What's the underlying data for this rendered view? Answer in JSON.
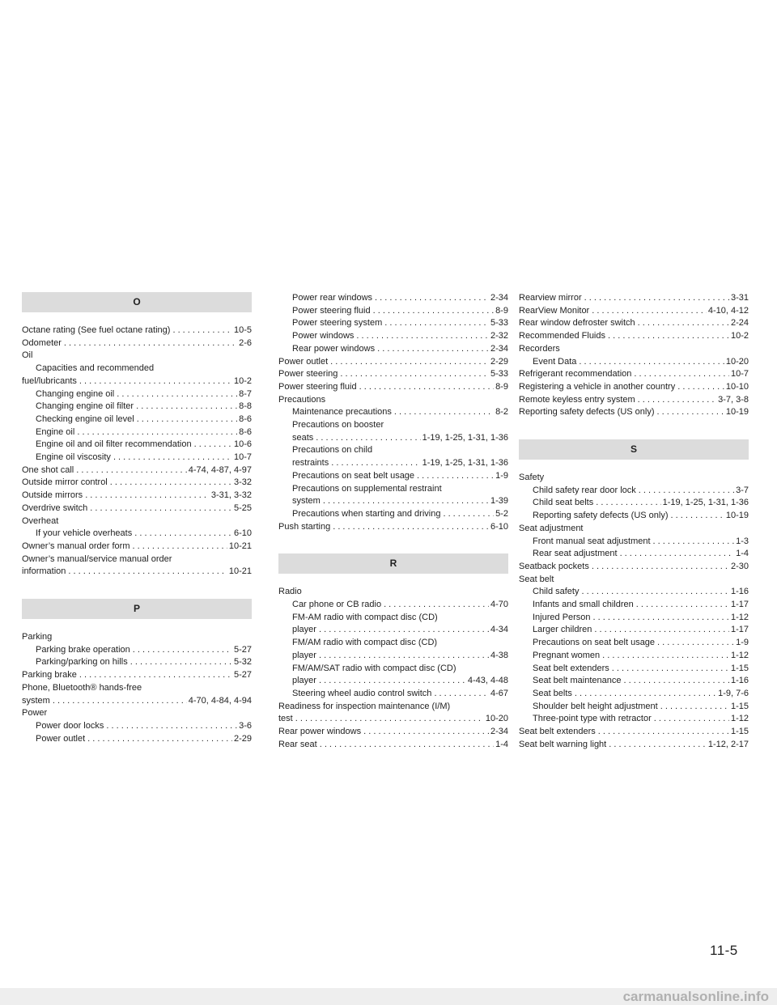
{
  "sections": {
    "O": "O",
    "P": "P",
    "R": "R",
    "S": "S"
  },
  "entries": {
    "octane": {
      "text": "Octane rating (See fuel octane rating)",
      "page": "10-5"
    },
    "odometer": {
      "text": "Odometer",
      "page": "2-6"
    },
    "oil": {
      "text": "Oil"
    },
    "oil_capacities_1": {
      "text": "Capacities and recommended"
    },
    "oil_capacities_2": {
      "text": "fuel/lubricants",
      "page": "10-2"
    },
    "changing_oil": {
      "text": "Changing engine oil",
      "page": "8-7"
    },
    "changing_filter": {
      "text": "Changing engine oil filter",
      "page": "8-8"
    },
    "checking_oil": {
      "text": "Checking engine oil level",
      "page": "8-6"
    },
    "engine_oil": {
      "text": "Engine oil",
      "page": "8-6"
    },
    "oil_filter_rec": {
      "text": "Engine oil and oil filter recommendation",
      "page": "10-6"
    },
    "oil_viscosity": {
      "text": "Engine oil viscosity",
      "page": "10-7"
    },
    "one_shot": {
      "text": "One shot call",
      "page": "4-74, 4-87, 4-97"
    },
    "outside_mirror_control": {
      "text": "Outside mirror control",
      "page": "3-32"
    },
    "outside_mirrors": {
      "text": "Outside mirrors",
      "page": "3-31, 3-32"
    },
    "overdrive": {
      "text": "Overdrive switch",
      "page": "5-25"
    },
    "overheat": {
      "text": "Overheat"
    },
    "overheats": {
      "text": "If your vehicle overheats",
      "page": "6-10"
    },
    "owners_order": {
      "text": "Owner’s manual order form",
      "page": "10-21"
    },
    "owners_service_1": {
      "text": "Owner’s manual/service manual order"
    },
    "owners_service_2": {
      "text": "information",
      "page": "10-21"
    },
    "parking": {
      "text": "Parking"
    },
    "parking_brake_op": {
      "text": "Parking brake operation",
      "page": "5-27"
    },
    "parking_hills": {
      "text": "Parking/parking on hills",
      "page": "5-32"
    },
    "parking_brake": {
      "text": "Parking brake",
      "page": "5-27"
    },
    "phone_1": {
      "text": "Phone, Bluetooth® hands-free"
    },
    "phone_2": {
      "text": "system",
      "page": "4-70, 4-84, 4-94"
    },
    "power": {
      "text": "Power"
    },
    "power_door_locks": {
      "text": "Power door locks",
      "page": "3-6"
    },
    "power_outlet_sub": {
      "text": "Power outlet",
      "page": "2-29"
    },
    "power_rear_windows": {
      "text": "Power rear windows",
      "page": "2-34"
    },
    "power_steering_fluid_sub": {
      "text": "Power steering fluid",
      "page": "8-9"
    },
    "power_steering_system": {
      "text": "Power steering system",
      "page": "5-33"
    },
    "power_windows": {
      "text": "Power windows",
      "page": "2-32"
    },
    "rear_power_windows_sub": {
      "text": "Rear power windows",
      "page": "2-34"
    },
    "power_outlet": {
      "text": "Power outlet",
      "page": "2-29"
    },
    "power_steering": {
      "text": "Power steering",
      "page": "5-33"
    },
    "power_steering_fluid": {
      "text": "Power steering fluid",
      "page": "8-9"
    },
    "precautions": {
      "text": "Precautions"
    },
    "maintenance_precautions": {
      "text": "Maintenance precautions",
      "page": "8-2"
    },
    "booster_1": {
      "text": "Precautions on booster"
    },
    "booster_2": {
      "text": "seats",
      "page": "1-19, 1-25, 1-31, 1-36"
    },
    "child_1": {
      "text": "Precautions on child"
    },
    "child_2": {
      "text": "restraints",
      "page": "1-19, 1-25, 1-31, 1-36"
    },
    "seat_belt_usage": {
      "text": "Precautions on seat belt usage",
      "page": "1-9"
    },
    "supplemental_1": {
      "text": "Precautions on supplemental restraint"
    },
    "supplemental_2": {
      "text": "system",
      "page": "1-39"
    },
    "starting_driving": {
      "text": "Precautions when starting and driving",
      "page": "5-2"
    },
    "push_starting": {
      "text": "Push starting",
      "page": "6-10"
    },
    "radio": {
      "text": "Radio"
    },
    "cb_radio": {
      "text": "Car phone or CB radio",
      "page": "4-70"
    },
    "fm_am_cd_1": {
      "text": "FM-AM radio with compact disc (CD)"
    },
    "fm_am_cd_2": {
      "text": "player",
      "page": "4-34"
    },
    "fmam_cd_1": {
      "text": "FM/AM radio with compact disc (CD)"
    },
    "fmam_cd_2": {
      "text": "player",
      "page": "4-38"
    },
    "sat_1": {
      "text": "FM/AM/SAT radio with compact disc (CD)"
    },
    "sat_2": {
      "text": "player",
      "page": "4-43, 4-48"
    },
    "steering_audio": {
      "text": "Steering wheel audio control switch",
      "page": "4-67"
    },
    "readiness_1": {
      "text": "Readiness for inspection maintenance (I/M)"
    },
    "readiness_2": {
      "text": "test",
      "page": "10-20"
    },
    "rear_power_windows": {
      "text": "Rear power windows",
      "page": "2-34"
    },
    "rear_seat": {
      "text": "Rear seat",
      "page": "1-4"
    },
    "rearview_mirror": {
      "text": "Rearview mirror",
      "page": "3-31"
    },
    "rearview_monitor": {
      "text": "RearView Monitor",
      "page": "4-10, 4-12"
    },
    "rear_defroster": {
      "text": "Rear window defroster switch",
      "page": "2-24"
    },
    "recommended_fluids": {
      "text": "Recommended Fluids",
      "page": "10-2"
    },
    "recorders": {
      "text": "Recorders"
    },
    "event_data": {
      "text": "Event Data",
      "page": "10-20"
    },
    "refrigerant": {
      "text": "Refrigerant recommendation",
      "page": "10-7"
    },
    "registering": {
      "text": "Registering a vehicle in another country",
      "page": "10-10"
    },
    "remote_keyless": {
      "text": "Remote keyless entry system",
      "page": "3-7, 3-8"
    },
    "reporting_defects": {
      "text": "Reporting safety defects (US only)",
      "page": "10-19"
    },
    "safety": {
      "text": "Safety"
    },
    "child_door_lock": {
      "text": "Child safety rear door lock",
      "page": "3-7"
    },
    "child_seat_belts": {
      "text": "Child seat belts",
      "page": "1-19, 1-25, 1-31, 1-36"
    },
    "reporting_defects_sub": {
      "text": "Reporting safety defects (US only)",
      "page": "10-19"
    },
    "seat_adjustment": {
      "text": "Seat adjustment"
    },
    "front_seat_adj": {
      "text": "Front manual seat adjustment",
      "page": "1-3"
    },
    "rear_seat_adj": {
      "text": "Rear seat adjustment",
      "page": "1-4"
    },
    "seatback_pockets": {
      "text": "Seatback pockets",
      "page": "2-30"
    },
    "seat_belt": {
      "text": "Seat belt"
    },
    "sb_child_safety": {
      "text": "Child safety",
      "page": "1-16"
    },
    "sb_infants": {
      "text": "Infants and small children",
      "page": "1-17"
    },
    "sb_injured": {
      "text": "Injured Person",
      "page": "1-12"
    },
    "sb_larger": {
      "text": "Larger children",
      "page": "1-17"
    },
    "sb_precautions": {
      "text": "Precautions on seat belt usage",
      "page": "1-9"
    },
    "sb_pregnant": {
      "text": "Pregnant women",
      "page": "1-12"
    },
    "sb_extenders": {
      "text": "Seat belt extenders",
      "page": "1-15"
    },
    "sb_maintenance": {
      "text": "Seat belt maintenance",
      "page": "1-16"
    },
    "sb_seat_belts": {
      "text": "Seat belts",
      "page": "1-9, 7-6"
    },
    "sb_shoulder": {
      "text": "Shoulder belt height adjustment",
      "page": "1-15"
    },
    "sb_three_point": {
      "text": "Three-point type with retractor",
      "page": "1-12"
    },
    "seat_belt_extenders": {
      "text": "Seat belt extenders",
      "page": "1-15"
    },
    "seat_belt_warning": {
      "text": "Seat belt warning light",
      "page": "1-12, 2-17"
    }
  },
  "page_number": "11-5",
  "watermark": "carmanualsonline.info"
}
